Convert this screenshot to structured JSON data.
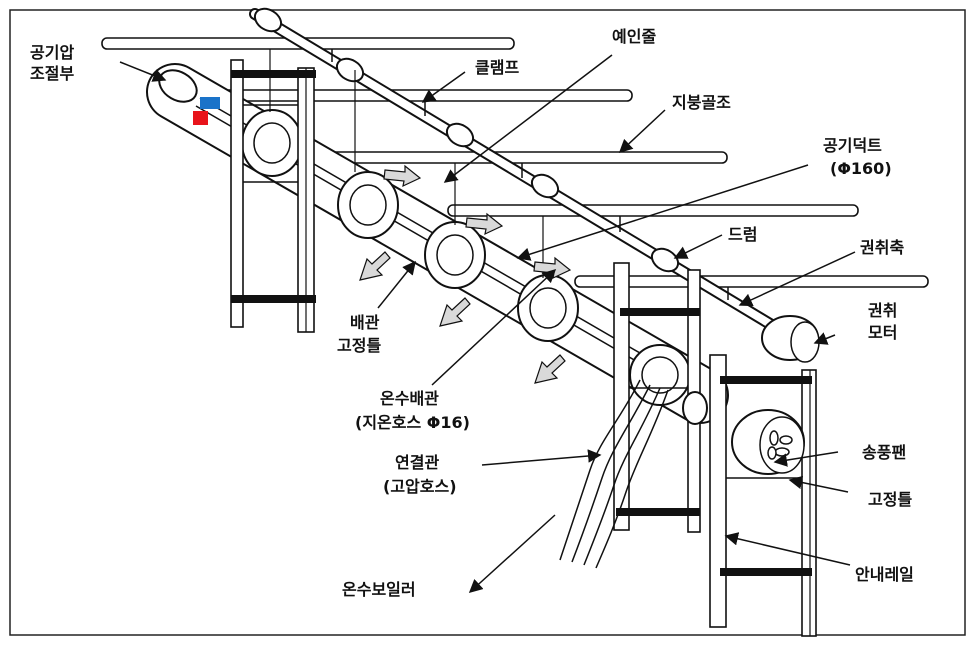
{
  "labels": {
    "air_pressure_regulator_l1": "공기압",
    "air_pressure_regulator_l2": "조절부",
    "clamp": "클램프",
    "guide_rope": "예인줄",
    "roof_rafter": "지붕골조",
    "air_duct_l1": "공기덕트",
    "air_duct_l2": "(Φ160)",
    "drum": "드럼",
    "winding_shaft": "권취축",
    "winding_motor_l1": "권취",
    "winding_motor_l2": "모터",
    "pipe_holder_l1": "배관",
    "pipe_holder_l2": "고정틀",
    "hot_water_pipe_l1": "온수배관",
    "hot_water_pipe_l2": "(지온호스 Φ16)",
    "connection_pipe_l1": "연결관",
    "connection_pipe_l2": "(고압호스)",
    "blower_fan": "송풍팬",
    "fixing_frame": "고정틀",
    "guide_rail": "안내레일",
    "hot_water_boiler": "온수보일러"
  },
  "colors": {
    "marker_blue": "#1a73c9",
    "marker_red": "#e8141b",
    "arrow_fill": "#d9d9d9"
  }
}
